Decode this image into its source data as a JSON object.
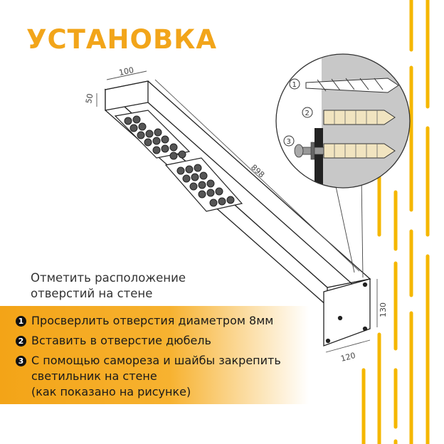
{
  "title": "УСТАНОВКА",
  "intro": {
    "line1": "Отметить расположение",
    "line2": "отверстий на стене"
  },
  "steps": [
    {
      "num": "1",
      "text": "Просверлить отверстия диаметром 8мм"
    },
    {
      "num": "2",
      "text": "Вставить в отверстие дюбель"
    },
    {
      "num": "3",
      "text": "С помощью самореза и шайбы закрепить",
      "cont1": "светильник на стене",
      "cont2": "(как показано на рисунке)"
    }
  ],
  "dimensions": {
    "width": "100",
    "depth": "50",
    "length": "898",
    "plate_height": "130",
    "plate_width": "120"
  },
  "detail_labels": [
    "1",
    "2",
    "3"
  ],
  "colors": {
    "accent": "#f2a51a",
    "stripe": "#f5b700",
    "wall": "#c8c8c8"
  }
}
